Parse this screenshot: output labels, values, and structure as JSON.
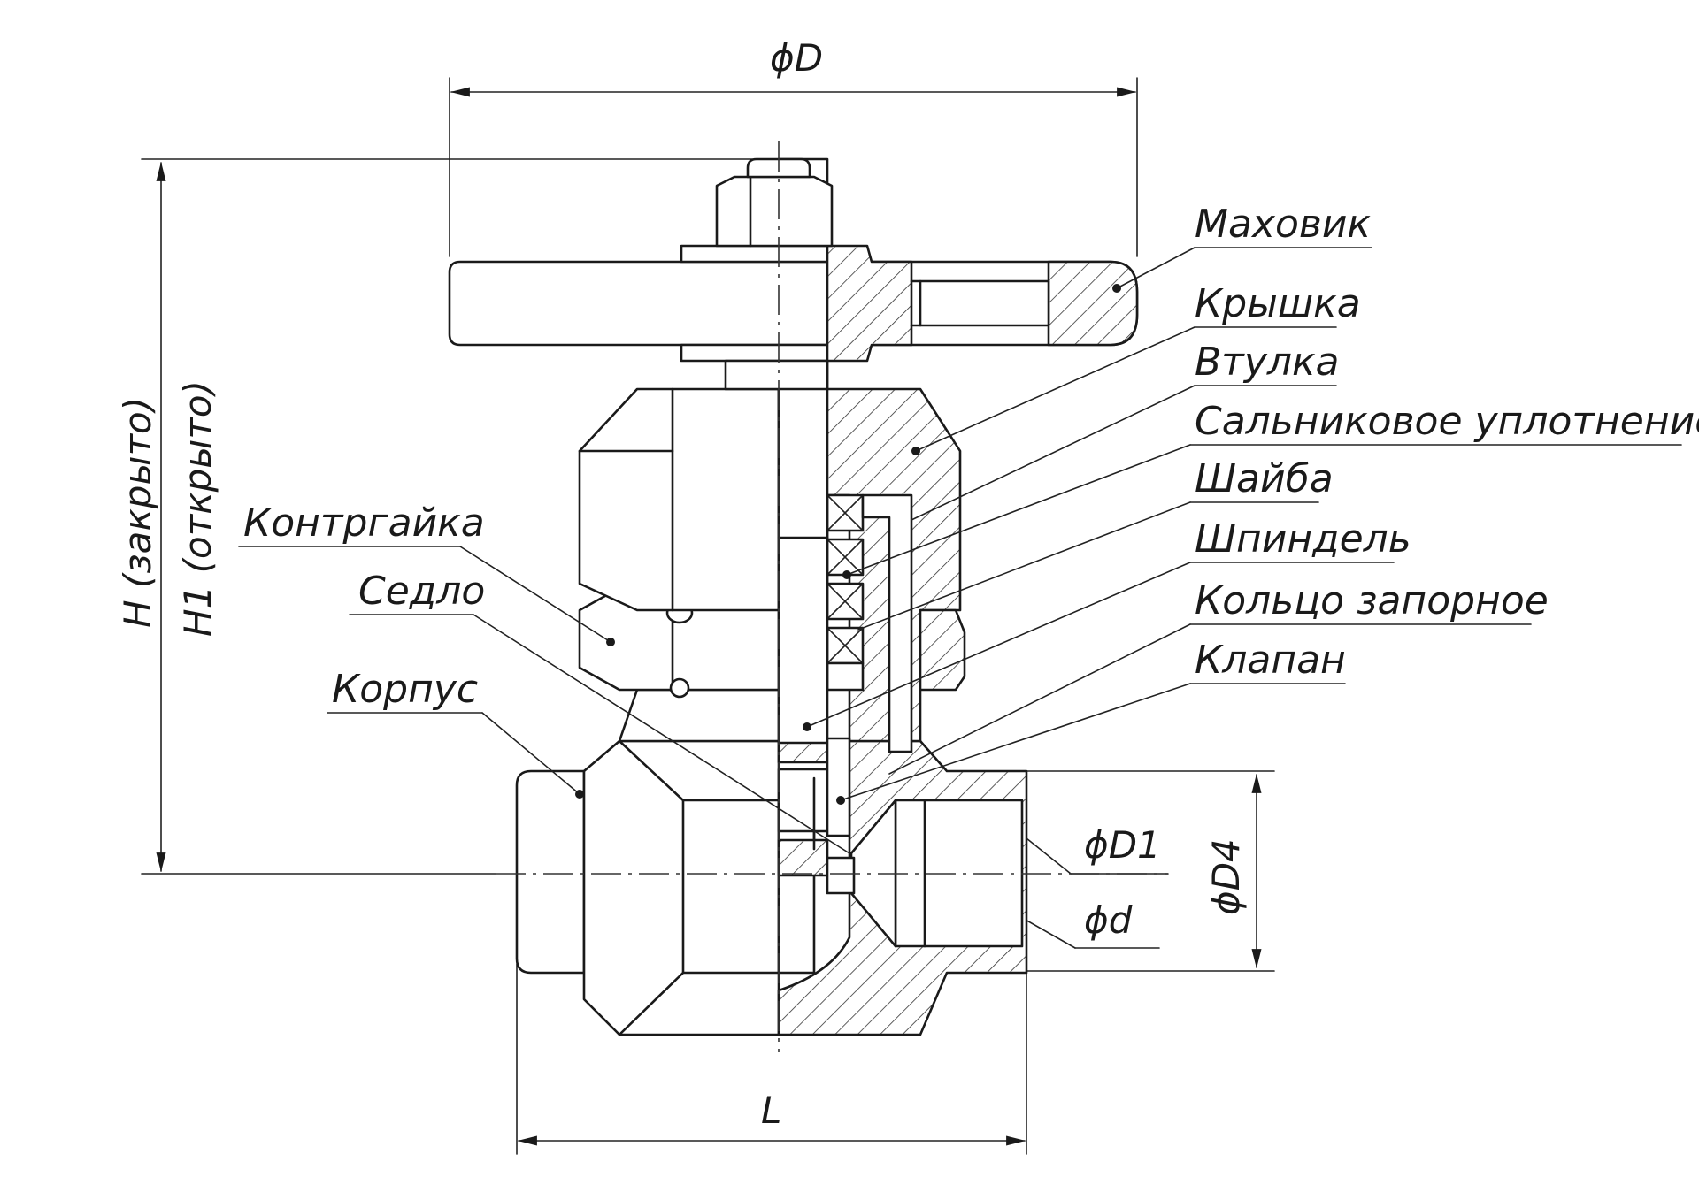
{
  "labels": {
    "handwheel": "Маховик",
    "cover": "Крышка",
    "bushing": "Втулка",
    "gland_seal": "Сальниковое уплотнение",
    "washer": "Шайба",
    "spindle": "Шпиндель",
    "lock_ring": "Кольцо запорное",
    "valve_disc": "Клапан",
    "locknut": "Контргайка",
    "seat": "Седло",
    "body": "Корпус"
  },
  "dimensions": {
    "handwheel_diameter": "ϕD",
    "height_closed": "H (закрыто)",
    "height_open": "H1 (открыто)",
    "diameter_d1": "ϕD1",
    "diameter_d": "ϕd",
    "diameter_d4": "ϕD4",
    "length": "L"
  },
  "colors": {
    "line": "#1a1a1a",
    "background": "#ffffff"
  }
}
